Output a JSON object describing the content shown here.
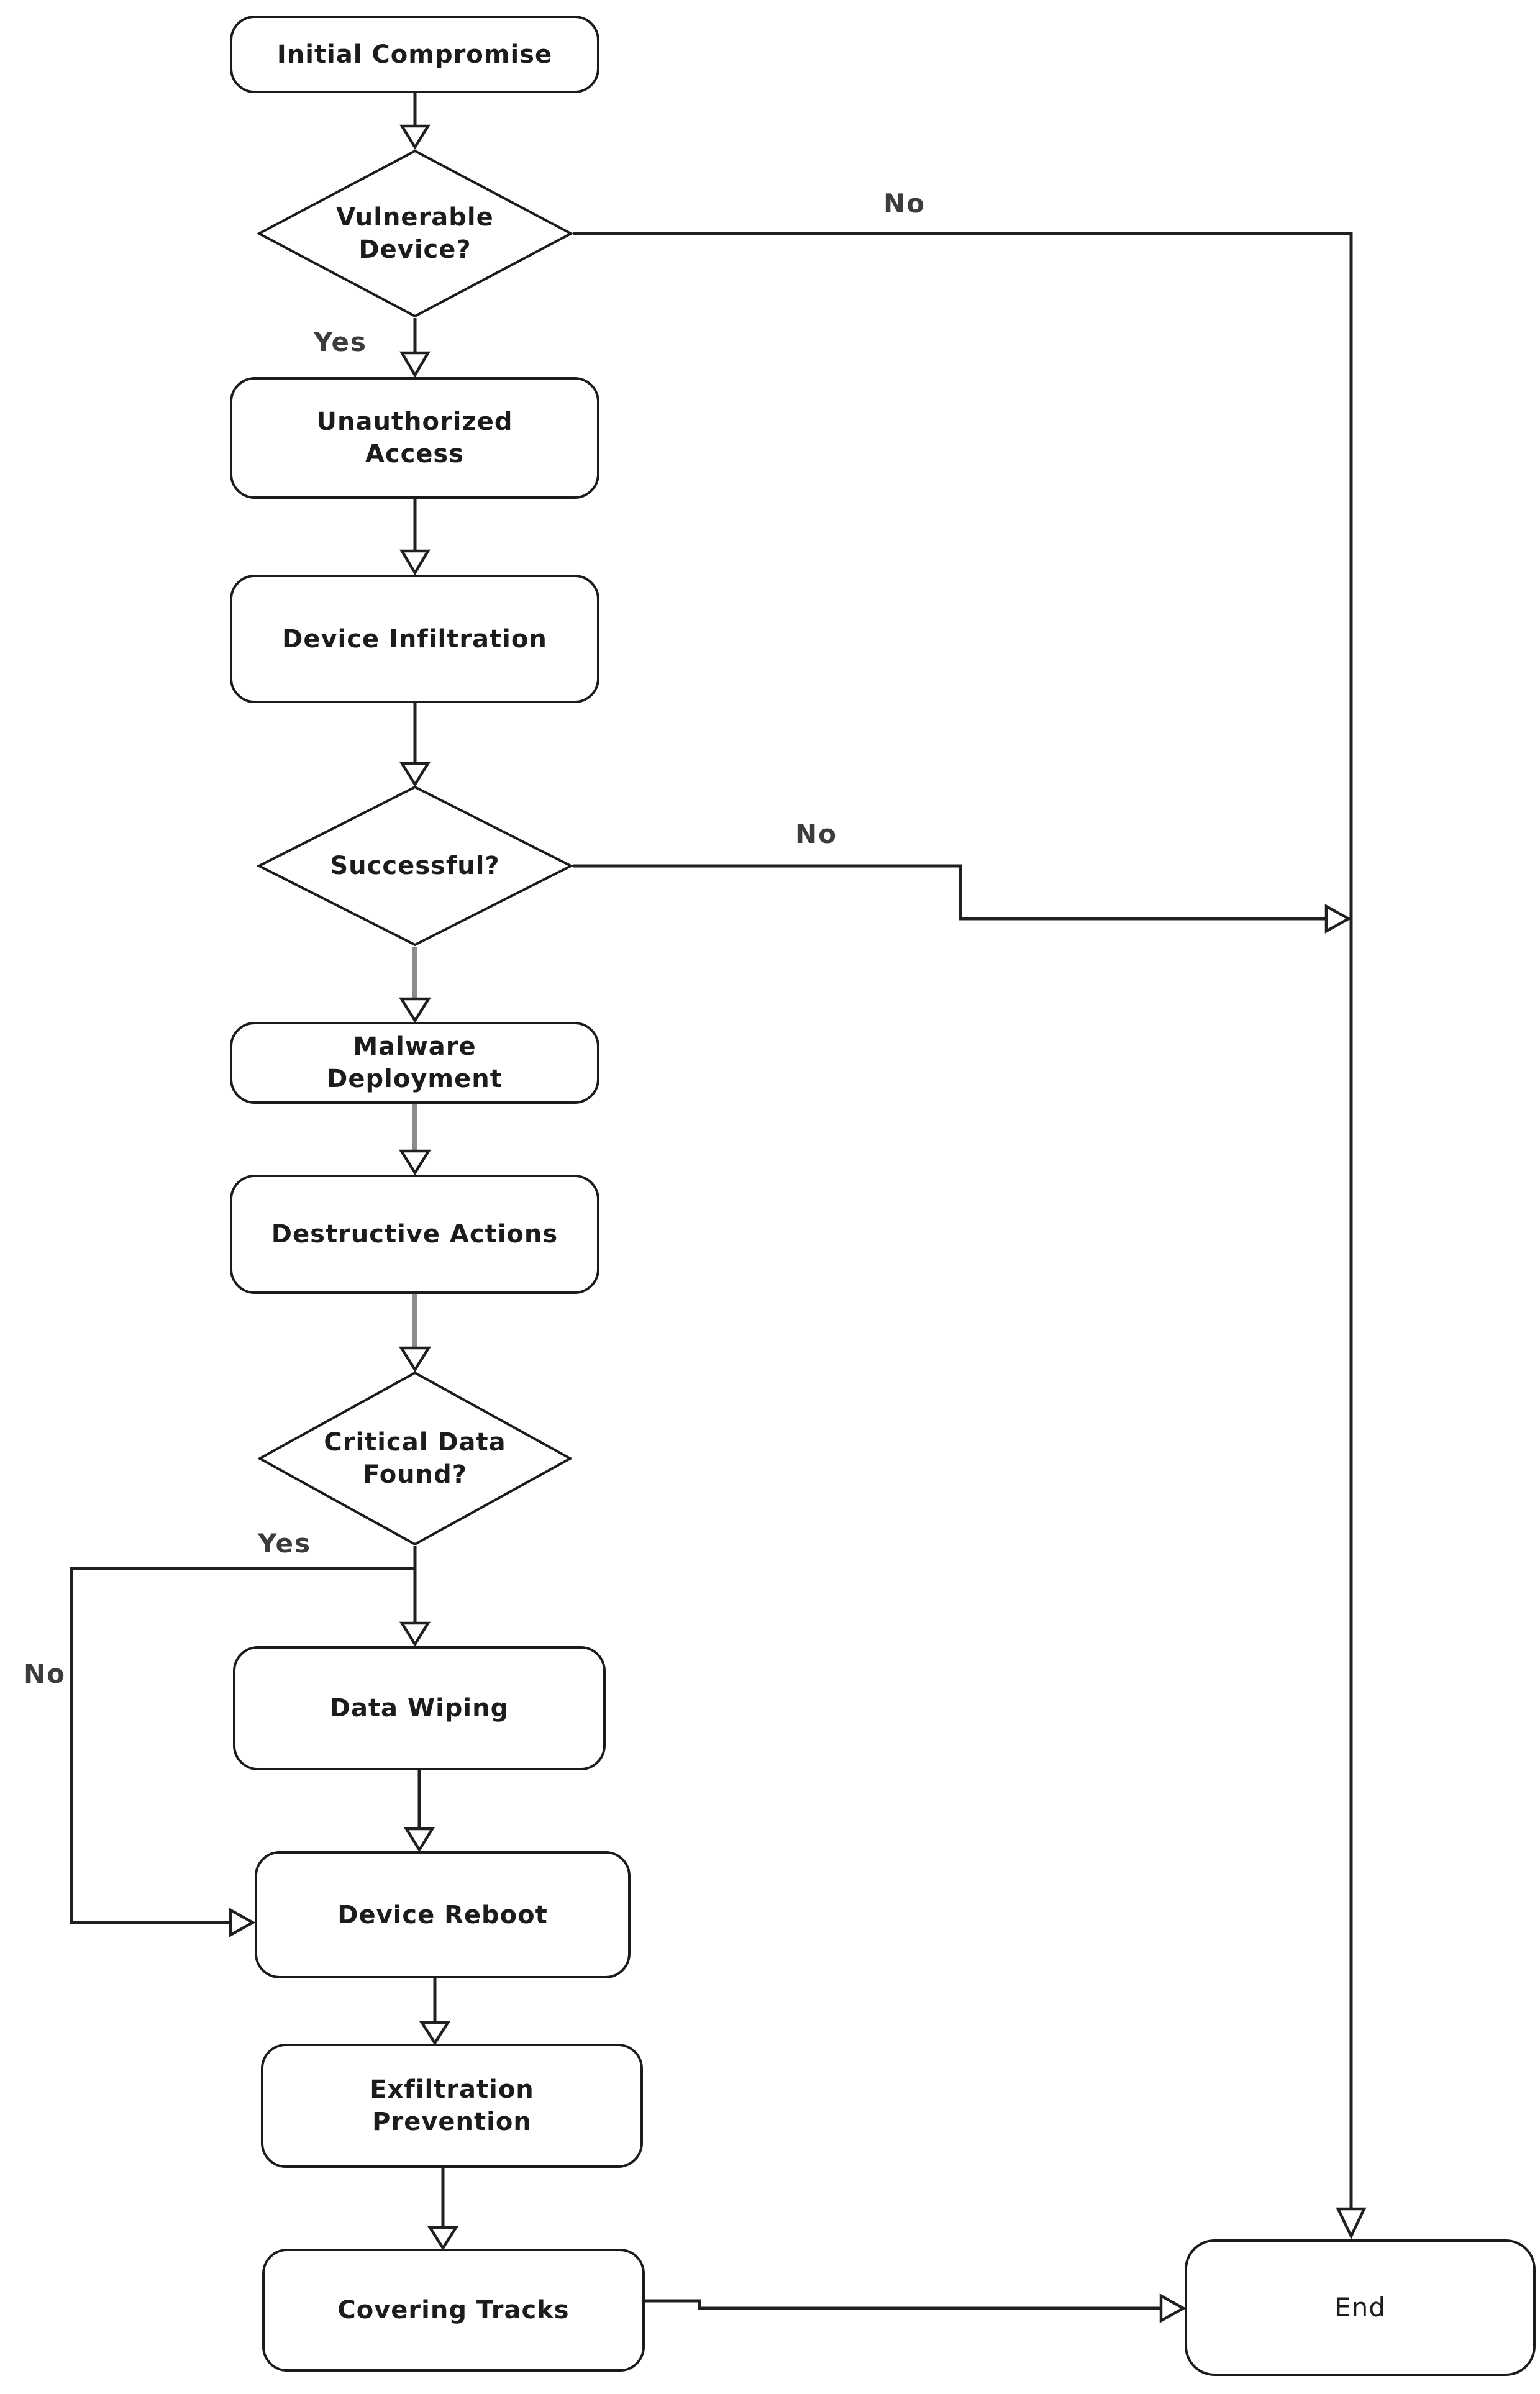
{
  "flowchart": {
    "nodes": {
      "initial_compromise": {
        "label": [
          "Initial Compromise"
        ]
      },
      "vulnerable_device": {
        "label": [
          "Vulnerable",
          "Device?"
        ]
      },
      "unauthorized_access": {
        "label": [
          "Unauthorized",
          "Access"
        ]
      },
      "device_infiltration": {
        "label": [
          "Device Infiltration"
        ]
      },
      "successful": {
        "label": [
          "Successful?"
        ]
      },
      "malware_deployment": {
        "label": [
          "Malware",
          "Deployment"
        ]
      },
      "destructive_actions": {
        "label": [
          "Destructive Actions"
        ]
      },
      "critical_data_found": {
        "label": [
          "Critical Data",
          "Found?"
        ]
      },
      "data_wiping": {
        "label": [
          "Data Wiping"
        ]
      },
      "device_reboot": {
        "label": [
          "Device Reboot"
        ]
      },
      "exfiltration_prevention": {
        "label": [
          "Exfiltration",
          "Prevention"
        ]
      },
      "covering_tracks": {
        "label": [
          "Covering Tracks"
        ]
      },
      "end": {
        "label": [
          "End"
        ]
      }
    },
    "edge_labels": {
      "vulnerable_device_yes": "Yes",
      "vulnerable_device_no": "No",
      "successful_no": "No",
      "critical_data_found_yes": "Yes",
      "critical_data_found_no": "No"
    },
    "colors": {
      "connector": "#1f1f1f",
      "connector_emphasis": "#8c8c8c",
      "node_border": "#1b1b1b",
      "text": "#1c1c1c",
      "edge_label_text": "#3c3c3c",
      "background": "#ffffff"
    }
  }
}
